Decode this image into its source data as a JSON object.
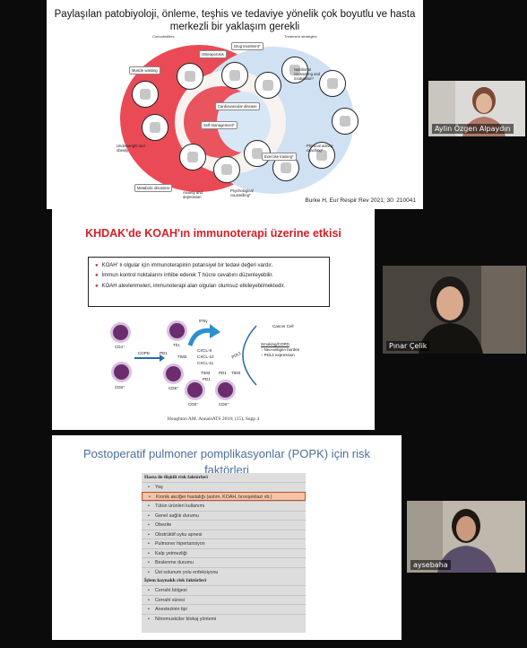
{
  "slide1": {
    "title": "Paylaşılan patobiyoloji, önleme, teşhis ve tedaviye yönelik çok boyutlu ve hasta merkezli bir yaklaşım gerekli",
    "comorbidities_label": "Comorbidities",
    "treatment_label": "Treatment strategies",
    "comorbidities": [
      "Muscle wasting",
      "Osteoporosis",
      "Cardiovascular disease",
      "Underweight and obesity",
      "Metabolic disorders",
      "Anxiety and depression",
      "Self-management*"
    ],
    "treatments": [
      "Drug treatment*",
      "Nutritional counselling and modulation*",
      "Physical activity coaching*",
      "Exercise training*",
      "Psychological counselling*"
    ],
    "caption": "Burke H, Eur Respir Rev 2021; 30: 210041"
  },
  "slide2": {
    "title": "KHDAK'de KOAH'ın immunoterapi üzerine etkisi",
    "bullets": [
      "KOAH' lı olgular için immunoterapinin potansiyel bir tedavi değeri vardır.",
      "İmmun kontrol noktalarını inhibe ederek T hücre cevabını düzenleyebilir.",
      "KOAH alevlenmeleri, immunoterapi alan olguları olumsuz etkileyebilmektedir."
    ],
    "diagram_labels": {
      "cd4": "CD4⁺",
      "th1": "Th1",
      "copd": "COPD",
      "ifn": "IFNγ",
      "cancer": "Cancer Cell",
      "smoking": "Smoking/COPD",
      "neo": "↑ Neo-antigen burden",
      "pdl1expr": "↑ PDL1 expression",
      "cxcl9": "CXCL-9",
      "cxcl10": "CXCL-10",
      "cxcl11": "CXCL-11",
      "pd1": "PD1",
      "tim3": "TIM3",
      "pdl1": "PDL1",
      "cd8": "CD8⁺"
    },
    "caption": "Houghton AM. AnnalsATS 2018; (15), Supp 4"
  },
  "slide3": {
    "title": "Postoperatif pulmoner pomplikasyonlar (POPK) için risk faktörleri",
    "section1": "Hasta ile ilişkili risk faktörleri",
    "items1": [
      "Yaş",
      "Kronik akciğer hastalığı (astım, KOAH, bronşektazi vb.)",
      "Tütün ürünleri kullanımı",
      "Genel sağlık durumu",
      "Obezite",
      "Obstrüktif uyku apnesi",
      "Pulmoner hipertansiyon",
      "Kalp yetmezliği",
      "Beslenme durumu",
      "Üst solunum yolu enfeksiyonu"
    ],
    "section2": "İşlem kaynaklı risk faktörleri",
    "items2": [
      "Cerrahi bölgesi",
      "Cerrahi süresi",
      "Anestezinin tipi",
      "Nöromusküler blokaj yöntemi"
    ]
  },
  "participants": [
    {
      "name": "Aylin Özgen Alpaydın"
    },
    {
      "name": "Pınar Çelik"
    },
    {
      "name": "aysebaha"
    }
  ],
  "colors": {
    "accent_red": "#d41f26",
    "slide3_title": "#4a6e9c",
    "highlight": "#f3c4a7"
  }
}
